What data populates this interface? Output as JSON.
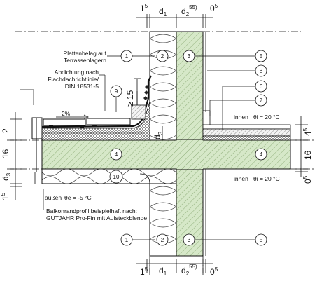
{
  "dimensions": {
    "top": [
      {
        "main": "1",
        "sup": "5"
      },
      {
        "main": "d",
        "sub": "1"
      },
      {
        "main": "d",
        "sub": "2",
        "sup": "55)"
      },
      {
        "main": "0",
        "sup": "5"
      }
    ],
    "bottom": [
      {
        "main": "1",
        "sup": "5"
      },
      {
        "main": "d",
        "sub": "1"
      },
      {
        "main": "d",
        "sub": "2",
        "sup": "55)"
      },
      {
        "main": "0",
        "sup": "5"
      }
    ],
    "left": [
      {
        "main": "2"
      },
      {
        "main": "16"
      },
      {
        "main": "d",
        "sub": "3"
      },
      {
        "main": "1",
        "sup": "5"
      }
    ],
    "right": [
      {
        "main": "4",
        "sup": "5"
      },
      {
        "main": "16"
      },
      {
        "main": "0",
        "sup": "5"
      }
    ],
    "inner_15": "≥ 15",
    "inner_d3": {
      "main": "d",
      "sub": "3"
    },
    "slope": "2%"
  },
  "labels": {
    "plattenbelag_1": "Plattenbelag auf",
    "plattenbelag_2": "Terrassenlagern",
    "abdichtung_1": "Abdichtung nach",
    "abdichtung_2": "Flachdachrichtlinie/",
    "abdichtung_3": "DIN 18531-5",
    "innen_top": "innen",
    "theta_i_top": "θi = 20 °C",
    "innen_bottom": "innen",
    "theta_i_bottom": "θi = 20 °C",
    "aussen": "außen",
    "theta_e": "θe = -5 °C",
    "balkon_1": "Balkonrandprofil beispielhaft nach:",
    "balkon_2": "GUTJAHR Pro-Fin mit Aufsteckblende"
  },
  "markers": [
    "1",
    "2",
    "3",
    "5",
    "8",
    "6",
    "7",
    "9",
    "4",
    "4",
    "10",
    "1",
    "2",
    "3",
    "5"
  ],
  "colors": {
    "concrete": "#d6e8c8",
    "concrete_hatch": "#8fae7a",
    "insulation": "#ffffff",
    "line": "#111111"
  }
}
